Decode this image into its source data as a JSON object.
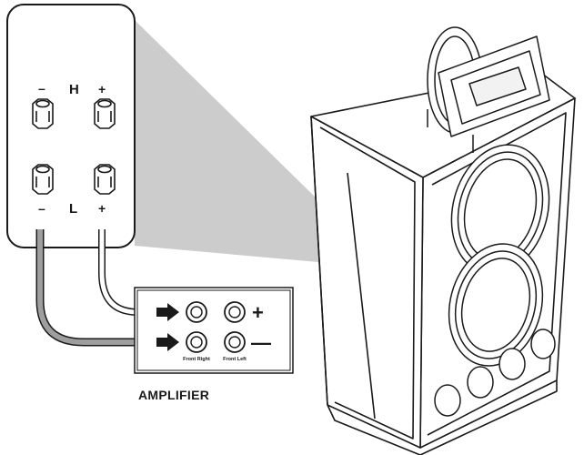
{
  "terminal_panel": {
    "high_minus": "–",
    "high_letter": "H",
    "high_plus": "+",
    "low_minus": "–",
    "low_letter": "L",
    "low_plus": "+"
  },
  "amplifier": {
    "title": "AMPLIFIER",
    "front_right": "Front Right",
    "front_left": "Front Left",
    "plus": "+",
    "minus": "—"
  },
  "colors": {
    "line": "#1a1a1a",
    "callout": "#cccccc",
    "wire_fill": "#9e9e9e",
    "background": "#ffffff"
  }
}
